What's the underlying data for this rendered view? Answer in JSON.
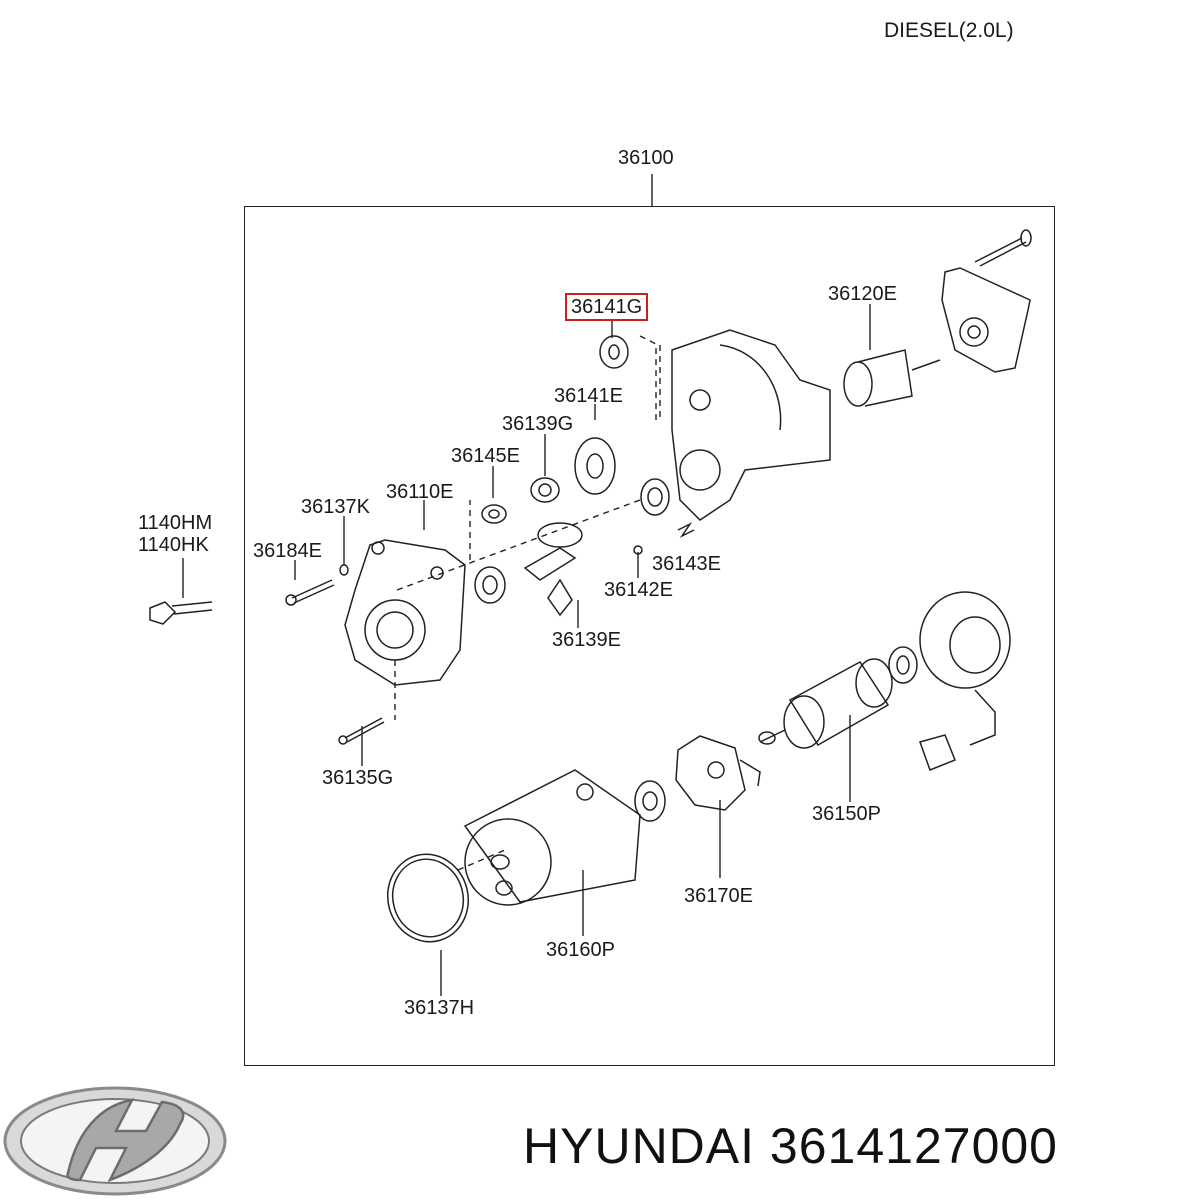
{
  "header": {
    "engine_label": "DIESEL(2.0L)"
  },
  "assembly": {
    "part_number": "36100"
  },
  "parts": {
    "p36141G": "36141G",
    "p36120E": "36120E",
    "p36141E": "36141E",
    "p36139G": "36139G",
    "p36145E": "36145E",
    "p36137K": "36137K",
    "p36110E": "36110E",
    "p36184E": "36184E",
    "p36143E": "36143E",
    "p36142E": "36142E",
    "p36139E": "36139E",
    "p1140HM": "1140HM",
    "p1140HK": "1140HK",
    "p36135G": "36135G",
    "p36150P": "36150P",
    "p36170E": "36170E",
    "p36160P": "36160P",
    "p36137H": "36137H"
  },
  "highlighted_part": "36141G",
  "footer": {
    "brand_part": "HYUNDAI 3614127000"
  },
  "colors": {
    "highlight": "#d01c1c",
    "line": "#222222"
  }
}
